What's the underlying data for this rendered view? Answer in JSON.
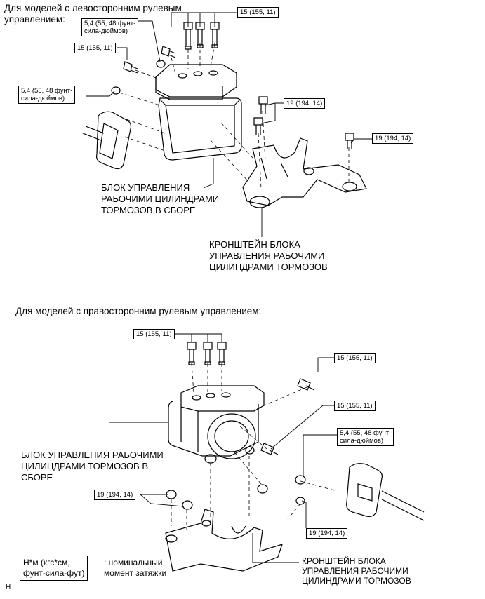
{
  "lhd": {
    "heading": "Для моделей с левосторонним рулевым\nуправлением:",
    "torque_top": "15 (155, 11)",
    "torque_nut_top": "5,4 (55, 48 фунт-\nсила-дюймов)",
    "torque_left": "15 (155, 11)",
    "torque_nut_left": "5,4 (55, 48 фунт-\nсила-дюймов)",
    "torque_bolt1": "19 (194, 14)",
    "torque_bolt2": "19 (194, 14)",
    "actuator_label": "БЛОК УПРАВЛЕНИЯ\nРАБОЧИМИ ЦИЛИНДРАМИ\nТОРМОЗОВ В СБОРЕ",
    "bracket_label": "КРОНШТЕЙН БЛОКА\nУПРАВЛЕНИЯ РАБОЧИМИ\nЦИЛИНДРАМИ ТОРМОЗОВ"
  },
  "rhd": {
    "heading": "Для моделей с правосторонним рулевым управлением:",
    "torque_top": "15 (155, 11)",
    "torque_right1": "15 (155, 11)",
    "torque_right2": "15 (155, 11)",
    "torque_nut": "5,4 (55, 48 фунт-\nсила-дюймов)",
    "torque_bolt_left": "19 (194, 14)",
    "torque_bolt_right": "19 (194, 14)",
    "actuator_label": "БЛОК УПРАВЛЕНИЯ РАБОЧИМИ\nЦИЛИНДРАМИ ТОРМОЗОВ В\nСБОРЕ",
    "bracket_label": "КРОНШТЕЙН БЛОКА\nУПРАВЛЕНИЯ РАБОЧИМИ\nЦИЛИНДРАМИ ТОРМОЗОВ"
  },
  "legend": {
    "units": "Н*м (кгс*см,\nфунт-сила-фут)",
    "description": ": номинальный\nмомент затяжки"
  },
  "corner_mark": "H"
}
